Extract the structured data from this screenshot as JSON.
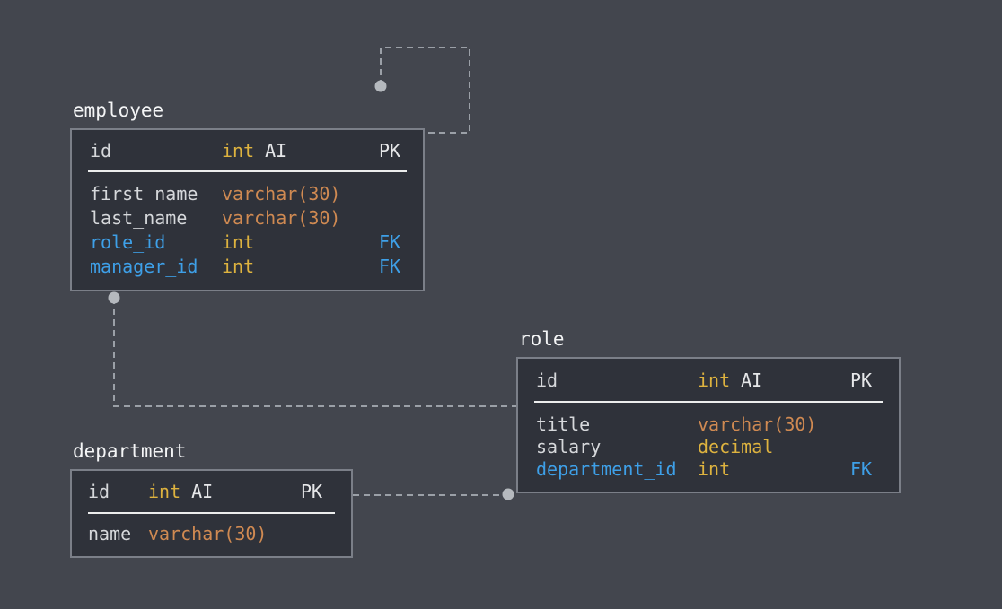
{
  "palette": {
    "bg": "#43464e",
    "fill": "#2f323a",
    "border": "#7b7f88",
    "title": "#f4f5f6",
    "name": "#d6d8db",
    "yellow": "#deb33f",
    "orange": "#d08a52",
    "blue": "#3ea0e8",
    "keytxt": "#e6e7e9",
    "sep": "#eceded",
    "dash": "#9ba0a7",
    "dot": "#b5b9be"
  },
  "tables": [
    {
      "title": "employee",
      "header": {
        "name": "id",
        "type": "int",
        "type_extra": "AI",
        "key": "PK"
      },
      "columns": [
        {
          "name": "first_name",
          "type": "varchar(30)",
          "key": ""
        },
        {
          "name": "last_name",
          "type": "varchar(30)",
          "key": ""
        },
        {
          "name": "role_id",
          "type": "int",
          "key": "FK"
        },
        {
          "name": "manager_id",
          "type": "int",
          "key": "FK"
        }
      ]
    },
    {
      "title": "role",
      "header": {
        "name": "id",
        "type": "int",
        "type_extra": "AI",
        "key": "PK"
      },
      "columns": [
        {
          "name": "title",
          "type": "varchar(30)",
          "key": ""
        },
        {
          "name": "salary",
          "type": "decimal",
          "key": ""
        },
        {
          "name": "department_id",
          "type": "int",
          "key": "FK"
        }
      ]
    },
    {
      "title": "department",
      "header": {
        "name": "id",
        "type": "int",
        "type_extra": "AI",
        "key": "PK"
      },
      "columns": [
        {
          "name": "name",
          "type": "varchar(30)",
          "key": ""
        }
      ]
    }
  ],
  "relationships": [
    {
      "from": "employee",
      "to": "employee",
      "style": "self-reference-loop"
    },
    {
      "from": "employee",
      "to": "role",
      "style": "elbow"
    },
    {
      "from": "department",
      "to": "role",
      "style": "straight"
    }
  ]
}
